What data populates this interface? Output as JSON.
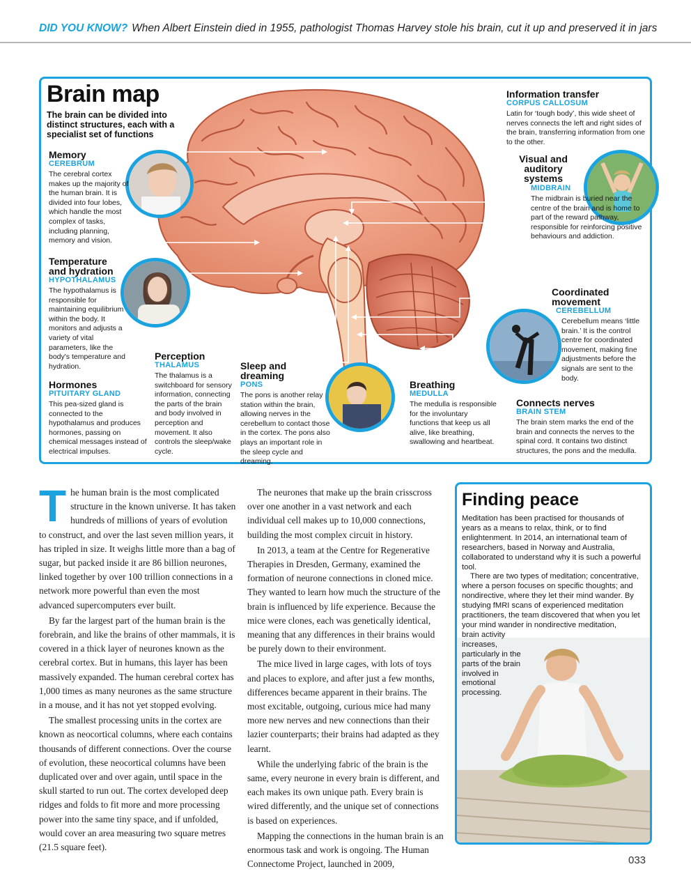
{
  "topbar": {
    "label": "DID YOU KNOW?",
    "text": "When Albert Einstein died in 1955, pathologist Thomas Harvey stole his brain, cut it up and preserved it in jars"
  },
  "brain_map": {
    "title": "Brain map",
    "intro": "The brain can be divided into distinct structures, each with a specialist set of functions",
    "labels": {
      "memory": {
        "heading": "Memory",
        "sub": "CEREBRUM",
        "body": "The cerebral cortex makes up the majority of the human brain. It is divided into four lobes, which handle the most complex of tasks, including planning, memory and vision."
      },
      "temperature": {
        "heading": "Temperature and hydration",
        "sub": "HYPOTHALAMUS",
        "body": "The hypothalamus is responsible for maintaining equilibrium within the body. It monitors and adjusts a variety of vital parameters, like the body's temperature and hydration."
      },
      "hormones": {
        "heading": "Hormones",
        "sub": "PITUITARY GLAND",
        "body": "This pea-sized gland is connected to the hypothalamus and produces hormones, passing on chemical messages instead of electrical impulses."
      },
      "perception": {
        "heading": "Perception",
        "sub": "THALAMUS",
        "body": "The thalamus is a switchboard for sensory information, connecting the parts of the brain and body involved in perception and movement. It also controls the sleep/wake cycle."
      },
      "sleep": {
        "heading": "Sleep and dreaming",
        "sub": "PONS",
        "body": "The pons is another relay station within the brain, allowing nerves in the cerebellum to contact those in the cortex. The pons also plays an important role in the sleep cycle and dreaming."
      },
      "breathing": {
        "heading": "Breathing",
        "sub": "MEDULLA",
        "body": "The medulla is responsible for the involuntary functions that keep us all alive, like breathing, swallowing and heartbeat."
      },
      "information": {
        "heading": "Information transfer",
        "sub": "CORPUS CALLOSUM",
        "body": "Latin for ‘tough body’, this wide sheet of nerves connects the left and right sides of the brain, transferring information from one to the other."
      },
      "visual": {
        "heading": "Visual and auditory systems",
        "sub": "MIDBRAIN",
        "body": "The midbrain is buried near the centre of the brain and is home to part of the reward pathway, responsible for reinforcing positive behaviours and addiction."
      },
      "coordinated": {
        "heading": "Coordinated movement",
        "sub": "CEREBELLUM",
        "body": "Cerebellum means ‘little brain.’ It is the control centre for coordinated movement, making fine adjustments before the signals are sent to the body."
      },
      "connects": {
        "heading": "Connects nerves",
        "sub": "BRAIN STEM",
        "body": "The brain stem marks the end of the brain and connects the nerves to the spinal cord. It contains two distinct structures, the pons and the medulla."
      }
    }
  },
  "article": {
    "dropcap": "T",
    "col1": [
      "he human brain is the most complicated structure in the known universe. It has taken hundreds of millions of years of evolution to construct, and over the last seven million years, it has tripled in size. It weighs little more than a bag of sugar, but packed inside it are 86 billion neurones, linked together by over 100 trillion connections in a network more powerful than even the most advanced supercomputers ever built.",
      "By far the largest part of the human brain is the forebrain, and like the brains of other mammals, it is covered in a thick layer of neurones known as the cerebral cortex. But in humans, this layer has been massively expanded. The human cerebral cortex has 1,000 times as many neurones as the same structure in a mouse, and it has not yet stopped evolving.",
      "The smallest processing units in the cortex are known as neocortical columns, where each contains thousands of different connections. Over the course of evolution, these neocortical columns have been duplicated over and over again, until space in the skull started to run out. The cortex developed deep ridges and folds to fit more and more processing power into the same tiny space, and if unfolded, would cover an area measuring two square metres (21.5 square feet)."
    ],
    "col2": [
      "The neurones that make up the brain crisscross over one another in a vast network and each individual cell makes up to 10,000 connections, building the most complex circuit in history.",
      "In 2013, a team at the Centre for Regenerative Therapies in Dresden, Germany, examined the formation of neurone connections in cloned mice. They wanted to learn how much the structure of the brain is influenced by life experience. Because the mice were clones, each was genetically identical, meaning that any differences in their brains would be purely down to their environment.",
      "The mice lived in large cages, with lots of toys and places to explore, and after just a few months, differences became apparent in their brains. The most excitable, outgoing, curious mice had many more new nerves and new connections than their lazier counterparts; their brains had adapted as they learnt.",
      "While the underlying fabric of the brain is the same, every neurone in every brain is different, and each makes its own unique path. Every brain is wired differently, and the unique set of connections is based on experiences.",
      "Mapping the connections in the human brain is an enormous task and work is ongoing. The Human Connectome Project, launched in 2009,"
    ]
  },
  "peace": {
    "title": "Finding peace",
    "p1": "Meditation has been practised for thousands of years as a means to relax, think, or to find enlightenment. In 2014, an international team of researchers, based in Norway and Australia, collaborated to understand why it is such a powerful tool.",
    "p2a": "There are two types of meditation; concentrative, where a person focuses on specific thoughts; and nondirective, where they let their mind wander. By studying fMRI scans of experienced meditation practitioners, the team discovered that when you let your mind wander in nondirective meditation,",
    "p2b": "brain activity increases, particularly in the parts of the brain involved in emotional processing."
  },
  "page_number": "033",
  "colors": {
    "accent": "#1aa3de",
    "brain": "#f0a084",
    "brain_dark": "#c9674d"
  }
}
